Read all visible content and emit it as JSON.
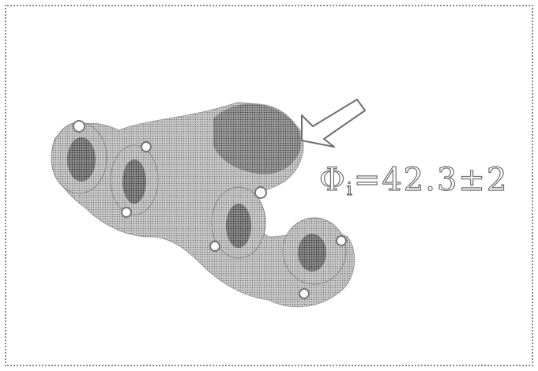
{
  "figure": {
    "annotation": {
      "symbol": "Φ",
      "subscript": "i",
      "text": "=42.3±2"
    },
    "icon": "arrow-down-left-icon",
    "colors": {
      "part_fill": "#b9b9b9",
      "part_dark": "#7f7f7f",
      "hole_fill": "#5f5f5f",
      "outline": "#6f6f6f",
      "border": "#8a8a8a"
    }
  }
}
